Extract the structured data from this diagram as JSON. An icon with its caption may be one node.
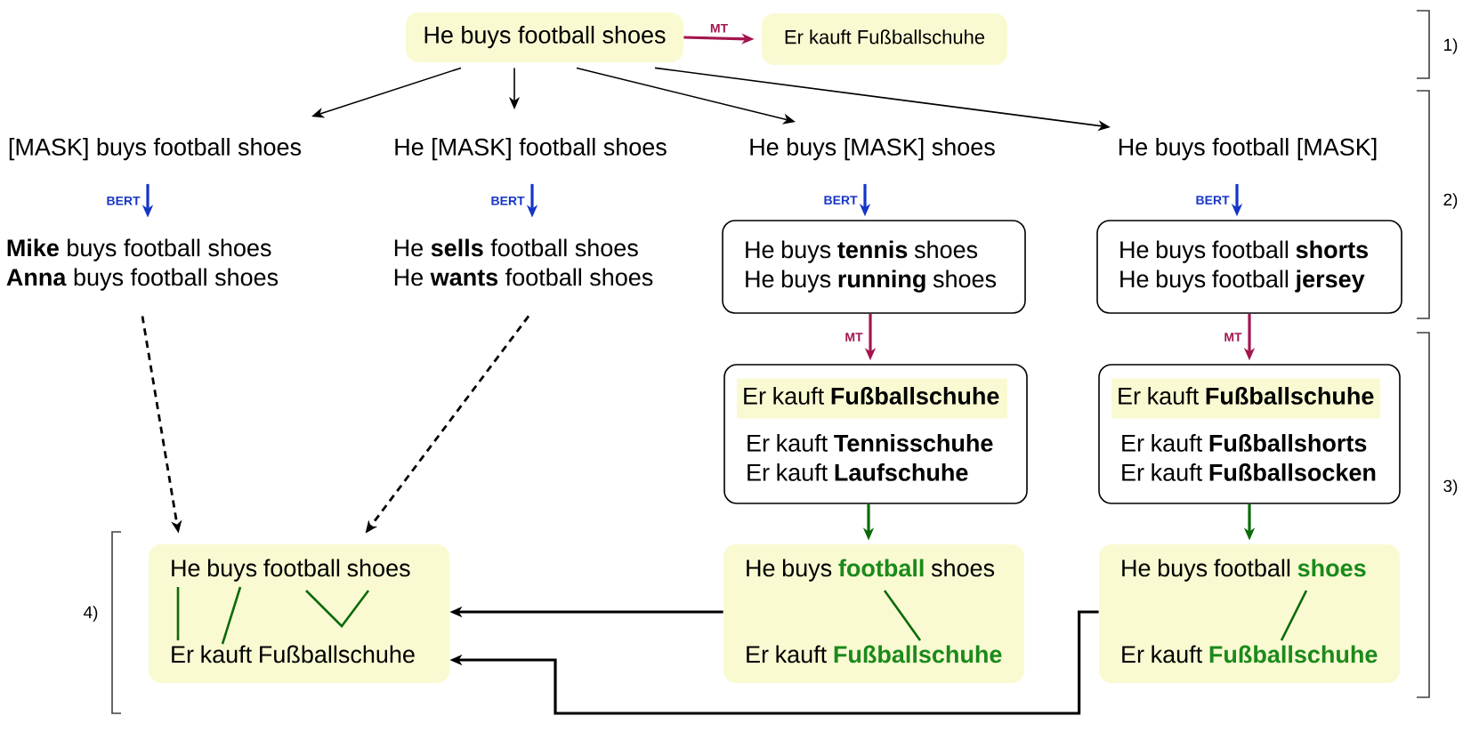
{
  "diagram": {
    "nodes": [
      {
        "text": [
          "He buys football shoes"
        ]
      },
      {
        "text": [
          "Er kauft Fußballschuhe"
        ]
      },
      {
        "text": [
          "[MASK] buys football shoes"
        ]
      },
      {
        "text": [
          "He [MASK] football shoes"
        ]
      },
      {
        "text": [
          "He buys [MASK] shoes"
        ]
      },
      {
        "text": [
          "He buys football [MASK]"
        ]
      },
      {
        "text": [
          "**Mike** buys football shoes",
          "**Anna** buys football shoes"
        ]
      },
      {
        "text": [
          "He **sells** football shoes",
          "He **wants** football shoes"
        ]
      },
      {
        "text": [
          "He buys **tennis** shoes",
          "He buys **running** shoes"
        ]
      },
      {
        "text": [
          "He buys football **shorts**",
          "He buys football **jersey**"
        ]
      },
      {
        "text": [
          "Er kauft **Fußballschuhe**",
          "Er kauft **Tennisschuhe**",
          "Er kauft **Laufschuhe**"
        ]
      },
      {
        "text": [
          "Er kauft **Fußballschuhe**",
          "Er kauft **Fußballshorts**",
          "Er kauft **Fußballsocken**"
        ]
      },
      {
        "text": [
          "He buys football shoes",
          "Er kauft Fußballschuhe"
        ]
      },
      {
        "text": [
          "He buys **football** shoes",
          "Er kauft **Fußballschuhe**"
        ]
      },
      {
        "text": [
          "He buys football **shoes**",
          "Er kauft **Fußballschuhe**"
        ]
      }
    ],
    "edges": [
      {
        "from": 0,
        "to": 1,
        "arrow": "to",
        "label": "MT",
        "color": "#a3154f"
      },
      {
        "from": 0,
        "to": 2,
        "arrow": "to"
      },
      {
        "from": 0,
        "to": 3,
        "arrow": "to"
      },
      {
        "from": 0,
        "to": 4,
        "arrow": "to"
      },
      {
        "from": 0,
        "to": 5,
        "arrow": "to"
      },
      {
        "from": 2,
        "to": 6,
        "arrow": "to",
        "label": "BERT",
        "color": "#1535c8"
      },
      {
        "from": 3,
        "to": 7,
        "arrow": "to",
        "label": "BERT",
        "color": "#1535c8"
      },
      {
        "from": 4,
        "to": 8,
        "arrow": "to",
        "label": "BERT",
        "color": "#1535c8"
      },
      {
        "from": 5,
        "to": 9,
        "arrow": "to",
        "label": "BERT",
        "color": "#1535c8"
      },
      {
        "from": 8,
        "to": 10,
        "arrow": "to",
        "label": "MT",
        "color": "#a3154f"
      },
      {
        "from": 9,
        "to": 11,
        "arrow": "to",
        "label": "MT",
        "color": "#a3154f"
      },
      {
        "from": 10,
        "to": 13,
        "arrow": "to",
        "color": "#0b6b0b"
      },
      {
        "from": 11,
        "to": 14,
        "arrow": "to",
        "color": "#0b6b0b"
      },
      {
        "from": 6,
        "to": 12,
        "arrow": "to",
        "style": "dashed"
      },
      {
        "from": 7,
        "to": 12,
        "arrow": "to",
        "style": "dashed"
      },
      {
        "from": 13,
        "to": 12,
        "arrow": "to"
      },
      {
        "from": 14,
        "to": 12,
        "arrow": "to"
      }
    ],
    "labels": [
      "1)",
      "2)",
      "3)",
      "4)"
    ]
  }
}
